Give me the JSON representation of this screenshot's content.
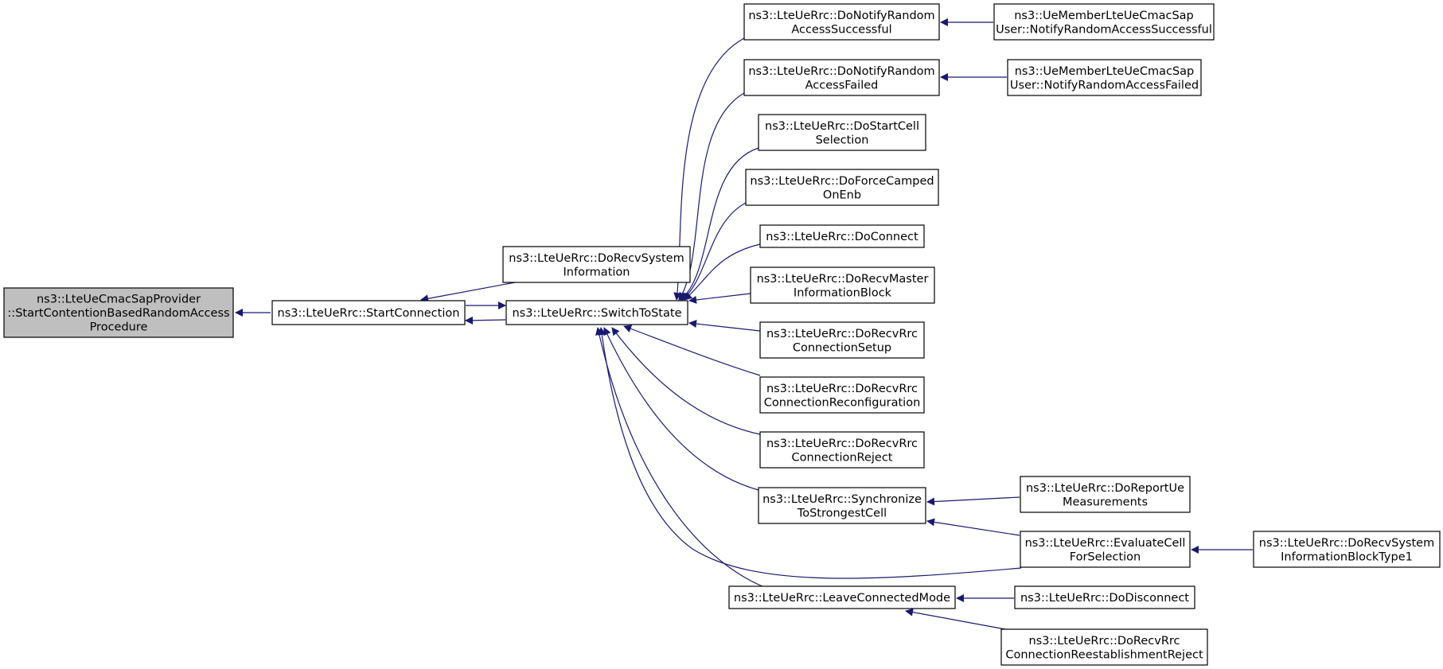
{
  "diagram": {
    "type": "doxygen-caller-graph",
    "edge_color": "#191970",
    "root_fill": "#bfbfbf",
    "nodes": [
      {
        "id": "root",
        "lines": [
          "ns3::LteUeCmacSapProvider",
          "::StartContentionBasedRandomAccess",
          "Procedure"
        ],
        "highlight": true
      },
      {
        "id": "start_connection",
        "lines": [
          "ns3::LteUeRrc::StartConnection"
        ]
      },
      {
        "id": "do_recv_system_info",
        "lines": [
          "ns3::LteUeRrc::DoRecvSystem",
          "Information"
        ]
      },
      {
        "id": "switch_to_state",
        "lines": [
          "ns3::LteUeRrc::SwitchToState"
        ]
      },
      {
        "id": "do_notify_ra_successful",
        "lines": [
          "ns3::LteUeRrc::DoNotifyRandom",
          "AccessSuccessful"
        ]
      },
      {
        "id": "do_notify_ra_failed",
        "lines": [
          "ns3::LteUeRrc::DoNotifyRandom",
          "AccessFailed"
        ]
      },
      {
        "id": "do_start_cell_selection",
        "lines": [
          "ns3::LteUeRrc::DoStartCell",
          "Selection"
        ]
      },
      {
        "id": "do_force_camped",
        "lines": [
          "ns3::LteUeRrc::DoForceCamped",
          "OnEnb"
        ]
      },
      {
        "id": "do_connect",
        "lines": [
          "ns3::LteUeRrc::DoConnect"
        ]
      },
      {
        "id": "do_recv_mib",
        "lines": [
          "ns3::LteUeRrc::DoRecvMaster",
          "InformationBlock"
        ]
      },
      {
        "id": "do_recv_rrc_setup",
        "lines": [
          "ns3::LteUeRrc::DoRecvRrc",
          "ConnectionSetup"
        ]
      },
      {
        "id": "do_recv_rrc_reconf",
        "lines": [
          "ns3::LteUeRrc::DoRecvRrc",
          "ConnectionReconfiguration"
        ]
      },
      {
        "id": "do_recv_rrc_reject",
        "lines": [
          "ns3::LteUeRrc::DoRecvRrc",
          "ConnectionReject"
        ]
      },
      {
        "id": "sync_strongest",
        "lines": [
          "ns3::LteUeRrc::Synchronize",
          "ToStrongestCell"
        ]
      },
      {
        "id": "leave_connected",
        "lines": [
          "ns3::LteUeRrc::LeaveConnectedMode"
        ]
      },
      {
        "id": "ue_member_ra_successful",
        "lines": [
          "ns3::UeMemberLteUeCmacSap",
          "User::NotifyRandomAccessSuccessful"
        ]
      },
      {
        "id": "ue_member_ra_failed",
        "lines": [
          "ns3::UeMemberLteUeCmacSap",
          "User::NotifyRandomAccessFailed"
        ]
      },
      {
        "id": "do_report_ue_meas",
        "lines": [
          "ns3::LteUeRrc::DoReportUe",
          "Measurements"
        ]
      },
      {
        "id": "evaluate_cell",
        "lines": [
          "ns3::LteUeRrc::EvaluateCell",
          "ForSelection"
        ]
      },
      {
        "id": "do_disconnect",
        "lines": [
          "ns3::LteUeRrc::DoDisconnect"
        ]
      },
      {
        "id": "do_recv_rrc_reest_reject",
        "lines": [
          "ns3::LteUeRrc::DoRecvRrc",
          "ConnectionReestablishmentReject"
        ]
      },
      {
        "id": "do_recv_sib1",
        "lines": [
          "ns3::LteUeRrc::DoRecvSystem",
          "InformationBlockType1"
        ]
      }
    ],
    "edges": [
      {
        "from": "start_connection",
        "to": "root"
      },
      {
        "from": "do_recv_system_info",
        "to": "start_connection"
      },
      {
        "from": "switch_to_state",
        "to": "start_connection"
      },
      {
        "from": "start_connection",
        "to": "switch_to_state"
      },
      {
        "from": "do_notify_ra_successful",
        "to": "switch_to_state"
      },
      {
        "from": "do_notify_ra_failed",
        "to": "switch_to_state"
      },
      {
        "from": "do_start_cell_selection",
        "to": "switch_to_state"
      },
      {
        "from": "do_force_camped",
        "to": "switch_to_state"
      },
      {
        "from": "do_connect",
        "to": "switch_to_state"
      },
      {
        "from": "do_recv_mib",
        "to": "switch_to_state"
      },
      {
        "from": "do_recv_rrc_setup",
        "to": "switch_to_state"
      },
      {
        "from": "do_recv_rrc_reconf",
        "to": "switch_to_state"
      },
      {
        "from": "do_recv_rrc_reject",
        "to": "switch_to_state"
      },
      {
        "from": "sync_strongest",
        "to": "switch_to_state"
      },
      {
        "from": "evaluate_cell",
        "to": "switch_to_state"
      },
      {
        "from": "leave_connected",
        "to": "switch_to_state"
      },
      {
        "from": "ue_member_ra_successful",
        "to": "do_notify_ra_successful"
      },
      {
        "from": "ue_member_ra_failed",
        "to": "do_notify_ra_failed"
      },
      {
        "from": "do_report_ue_meas",
        "to": "sync_strongest"
      },
      {
        "from": "evaluate_cell",
        "to": "sync_strongest"
      },
      {
        "from": "do_recv_sib1",
        "to": "evaluate_cell"
      },
      {
        "from": "do_disconnect",
        "to": "leave_connected"
      },
      {
        "from": "do_recv_rrc_reest_reject",
        "to": "leave_connected"
      }
    ]
  }
}
